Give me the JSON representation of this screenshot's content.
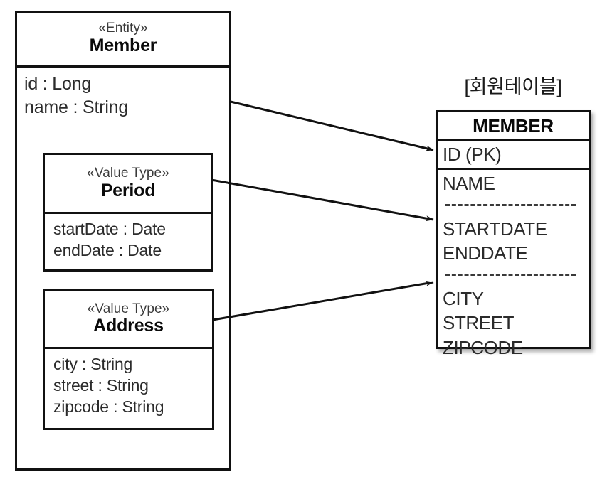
{
  "diagram": {
    "entity": {
      "stereotype": "«Entity»",
      "name": "Member",
      "attributes": [
        "id : Long",
        "name : String"
      ]
    },
    "value_types": [
      {
        "stereotype": "«Value Type»",
        "name": "Period",
        "attributes": [
          "startDate : Date",
          "endDate : Date"
        ]
      },
      {
        "stereotype": "«Value Type»",
        "name": "Address",
        "attributes": [
          "city : String",
          "street : String",
          "zipcode : String"
        ]
      }
    ],
    "table": {
      "caption": "[회원테이블]",
      "title": "MEMBER",
      "primary_key": "ID (PK)",
      "groups": [
        {
          "columns": [
            "NAME"
          ]
        },
        {
          "columns": [
            "STARTDATE",
            "ENDDATE"
          ]
        },
        {
          "columns": [
            "CITY",
            "STREET",
            "ZIPCODE"
          ]
        }
      ]
    },
    "mappings": [
      {
        "from": "Member.id/name",
        "to": "ID (PK)"
      },
      {
        "from": "Period",
        "to": "STARTDATE"
      },
      {
        "from": "Address",
        "to": "CITY"
      }
    ],
    "colors": {
      "stroke": "#111111",
      "text": "#2b2b2b",
      "background": "#ffffff"
    }
  }
}
